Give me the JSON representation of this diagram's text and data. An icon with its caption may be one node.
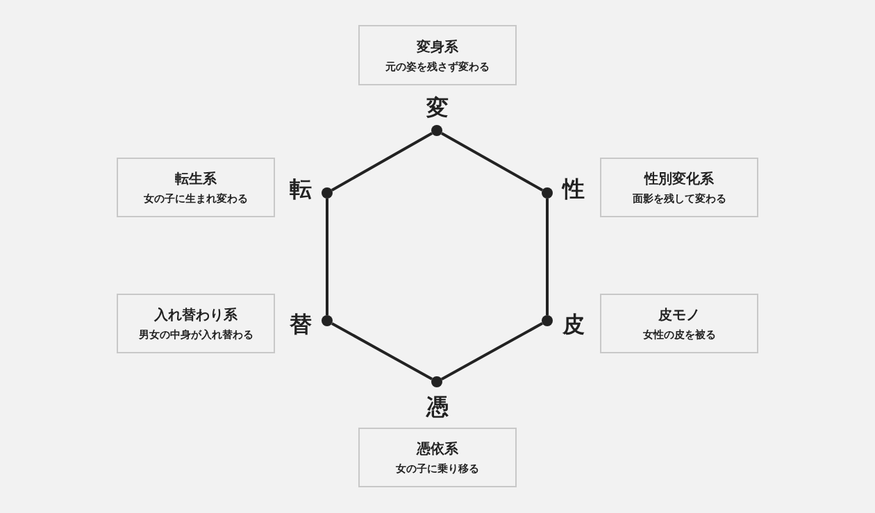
{
  "diagram": {
    "nodes": [
      {
        "text": [
          "変身系",
          "元の姿を残さず変わる"
        ]
      },
      {
        "text": [],
        "shape": "circle",
        "beside": [
          "変"
        ]
      },
      {
        "text": [
          "転生系",
          "女の子に生まれ変わる"
        ]
      },
      {
        "text": [],
        "shape": "circle",
        "beside": [
          "転"
        ]
      },
      {
        "text": [],
        "shape": "circle",
        "beside": [
          "性"
        ]
      },
      {
        "text": [
          "性別変化系",
          "面影を残して変わる"
        ]
      },
      {
        "text": [
          "入れ替わり系",
          "男女の中身が入れ替わる"
        ]
      },
      {
        "text": [],
        "shape": "circle",
        "beside": [
          "替"
        ]
      },
      {
        "text": [],
        "shape": "circle",
        "beside": [
          "皮"
        ]
      },
      {
        "text": [
          "皮モノ",
          "女性の皮を被る"
        ]
      },
      {
        "text": [],
        "shape": "circle",
        "beside": [
          "憑"
        ]
      },
      {
        "text": [
          "憑依系",
          "女の子に乗り移る"
        ]
      }
    ],
    "edges": [
      {
        "from": 1,
        "to": 4,
        "arrow": "none"
      },
      {
        "from": 4,
        "to": 8,
        "arrow": "none"
      },
      {
        "from": 8,
        "to": 10,
        "arrow": "none"
      },
      {
        "from": 10,
        "to": 7,
        "arrow": "none"
      },
      {
        "from": 7,
        "to": 3,
        "arrow": "none"
      },
      {
        "from": 3,
        "to": 1,
        "arrow": "none"
      }
    ]
  }
}
